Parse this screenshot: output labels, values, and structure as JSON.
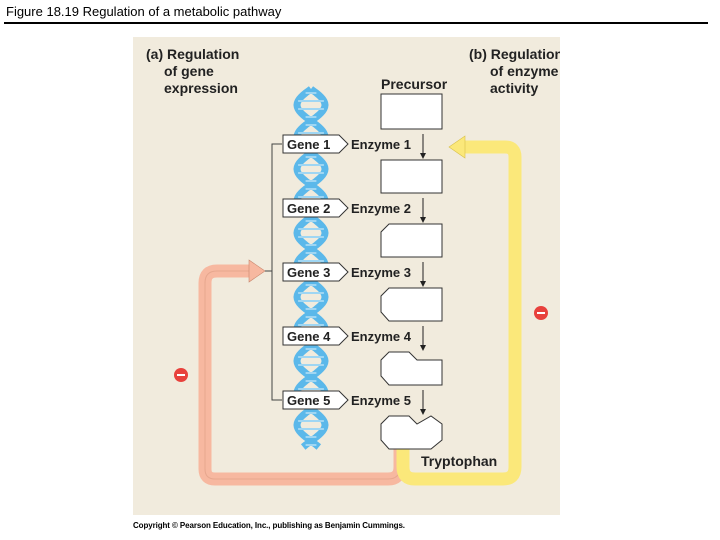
{
  "slide": {
    "title": "Figure 18.19  Regulation of a metabolic pathway"
  },
  "diagram": {
    "panel_a": [
      "(a) Regulation",
      "of gene",
      "expression"
    ],
    "panel_b": [
      "(b) Regulation",
      "of enzyme",
      "activity"
    ],
    "precursor": "Precursor",
    "product": "Tryptophan",
    "minus_symbol": "–",
    "genes": [
      {
        "gene": "Gene 1",
        "enzyme": "Enzyme 1"
      },
      {
        "gene": "Gene 2",
        "enzyme": "Enzyme 2"
      },
      {
        "gene": "Gene 3",
        "enzyme": "Enzyme 3"
      },
      {
        "gene": "Gene 4",
        "enzyme": "Enzyme 4"
      },
      {
        "gene": "Gene 5",
        "enzyme": "Enzyme 5"
      }
    ],
    "colors": {
      "background": "#f1ebdd",
      "dna": "#5bb8ea",
      "feedback_gene": "#f7b8a0",
      "feedback_enzyme": "#fbe87a",
      "inhibit": "#e8413c"
    }
  },
  "footer": {
    "copyright": "Copyright © Pearson Education, Inc., publishing as Benjamin Cummings."
  }
}
